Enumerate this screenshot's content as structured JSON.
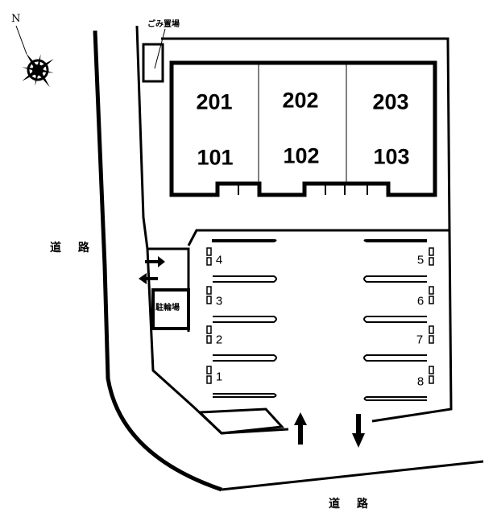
{
  "compass": {
    "north_label": "N",
    "icon": "compass-rose-icon"
  },
  "labels": {
    "garbage": "ごみ置場",
    "bicycle": "駐輪場",
    "road_left": "道 路",
    "road_bottom": "道 路"
  },
  "units": {
    "upper": [
      "201",
      "202",
      "203"
    ],
    "lower": [
      "101",
      "102",
      "103"
    ]
  },
  "parking": {
    "left": [
      "4",
      "3",
      "2",
      "1"
    ],
    "right": [
      "5",
      "6",
      "7",
      "8"
    ]
  },
  "arrows": {
    "side_out": "arrow-right-icon",
    "side_in": "arrow-left-icon",
    "bottom_up": "arrow-up-icon",
    "bottom_down": "arrow-down-icon"
  },
  "colors": {
    "line": "#000000",
    "background": "#ffffff"
  }
}
